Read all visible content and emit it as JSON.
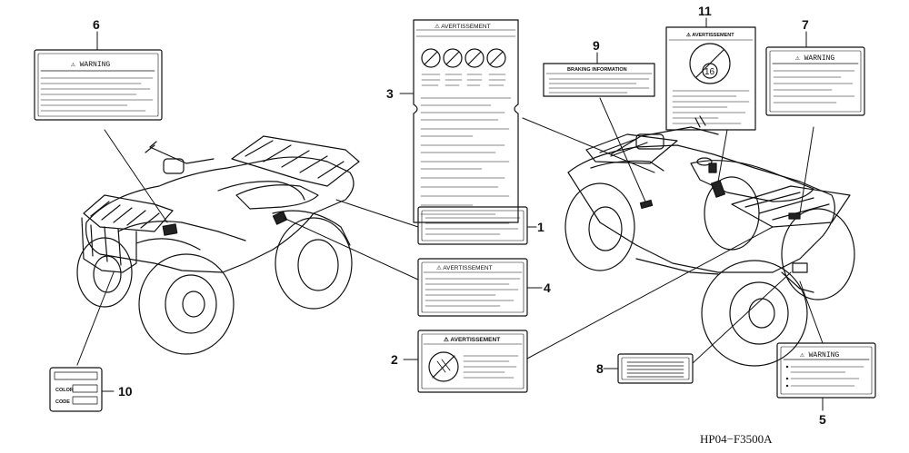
{
  "diagram_code": "HP04−F3500A",
  "callouts": {
    "n1": "1",
    "n2": "2",
    "n3": "3",
    "n4": "4",
    "n5": "5",
    "n6": "6",
    "n7": "7",
    "n8": "8",
    "n9": "9",
    "n10": "10",
    "n11": "11"
  },
  "labels": {
    "warning": "⚠ WARNING",
    "avertissement": "⚠ AVERTISSEMENT",
    "braking": "BRAKING INFORMATION",
    "color": "COLOR",
    "code": "CODE",
    "age": "16"
  }
}
